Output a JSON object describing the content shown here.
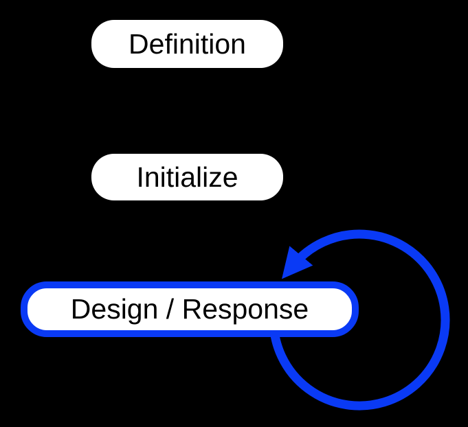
{
  "palette": {
    "accent_blue": "#0A3AF5",
    "node_fill": "#FFFFFF",
    "text_color": "#000000",
    "background": "#000000"
  },
  "nodes": {
    "definition": {
      "label": "Definition"
    },
    "initialize": {
      "label": "Initialize"
    },
    "design_response": {
      "label": "Design / Response"
    }
  },
  "icons": {
    "loop_arrow": "circular-counterclockwise-arrow"
  }
}
